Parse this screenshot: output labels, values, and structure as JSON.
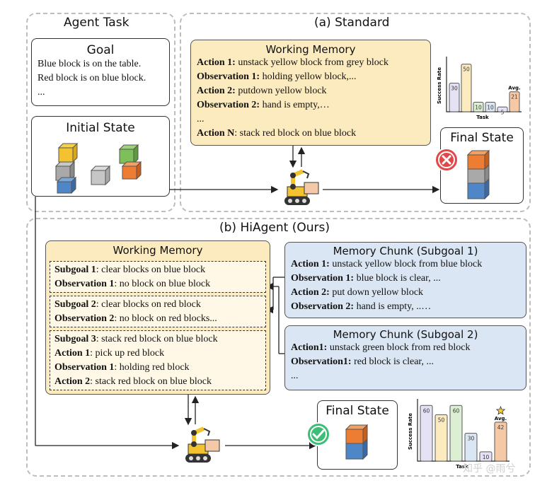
{
  "agent_task": {
    "title": "Agent Task",
    "goal": {
      "title": "Goal",
      "lines": [
        "Blue block is on the table.",
        "Red block is on blue block.",
        "..."
      ]
    },
    "initial_state": {
      "title": "Initial State"
    }
  },
  "standard": {
    "title": "(a) Standard",
    "working_memory": {
      "title": "Working Memory",
      "lines": [
        {
          "bold": "Action 1:",
          "text": " unstack yellow block from grey block"
        },
        {
          "bold": "Observation 1:",
          "text": " holding yellow block,..."
        },
        {
          "bold": "Action 2:",
          "text": " putdown yellow block"
        },
        {
          "bold": "Observation 2:",
          "text": " hand is empty,…"
        },
        {
          "bold": "",
          "text": "..."
        },
        {
          "bold": "Action N",
          "text": ": stack red block on blue block"
        }
      ]
    },
    "final_state": {
      "title": "Final State"
    },
    "chart": {
      "ylabel": "Success Rate",
      "xlabel": "Task",
      "avg_label": "Avg."
    }
  },
  "hiagent": {
    "title": "(b) HiAgent (Ours)",
    "working_memory": {
      "title": "Working Memory",
      "subgoals": [
        [
          {
            "bold": "Subgoal 1",
            "text": ": clear blocks on blue block"
          },
          {
            "bold": "Observation 1",
            "text": ": no block on blue block"
          }
        ],
        [
          {
            "bold": "Subgoal 2",
            "text": ": clear blocks on red block"
          },
          {
            "bold": "Observation 2",
            "text": ": no block on red blocks..."
          }
        ],
        [
          {
            "bold": "Subgoal 3",
            "text": ": stack red block on blue block"
          },
          {
            "bold": "Action 1",
            "text": ": pick up red block"
          },
          {
            "bold": "Observation 1",
            "text": ": holding red block"
          },
          {
            "bold": "Action 2",
            "text": ": stack red block on blue block"
          }
        ]
      ]
    },
    "chunk1": {
      "title": "Memory Chunk (Subgoal 1)",
      "lines": [
        {
          "bold": "Action 1:",
          "text": " unstack yellow block from blue block"
        },
        {
          "bold": "Observation 1:",
          "text": " blue block is clear, ..."
        },
        {
          "bold": "Action 2:",
          "text": " put down yellow block"
        },
        {
          "bold": "Observation 2:",
          "text": " hand is empty, ..…"
        }
      ]
    },
    "chunk2": {
      "title": "Memory Chunk (Subgoal 2)",
      "lines": [
        {
          "bold": "Action1:",
          "text": " unstack green block from red block"
        },
        {
          "bold": "Observation1:",
          "text": " red block is clear, ..."
        },
        {
          "bold": "",
          "text": "..."
        }
      ]
    },
    "final_state": {
      "title": "Final State"
    },
    "chart": {
      "ylabel": "Success Rate",
      "xlabel": "Task",
      "avg_label": "Avg."
    }
  },
  "watermark": "知乎 @雨兮",
  "chart_data": [
    {
      "type": "bar",
      "ylabel": "Success Rate",
      "xlabel": "Task",
      "values": [
        30,
        50,
        10,
        10,
        5,
        21
      ],
      "last_bar": "Avg.",
      "colors": [
        "#e6e2f5",
        "#fcebbf",
        "#dcefd2",
        "#dbe6f4",
        "#e6e2f5",
        "#f6c9a6"
      ]
    },
    {
      "type": "bar",
      "ylabel": "Success Rate",
      "xlabel": "Task",
      "values": [
        60,
        50,
        60,
        30,
        10,
        42
      ],
      "last_bar": "Avg.",
      "colors": [
        "#e6e2f5",
        "#fcebbf",
        "#dcefd2",
        "#dbe6f4",
        "#e6e2f5",
        "#f6c9a6"
      ]
    }
  ]
}
